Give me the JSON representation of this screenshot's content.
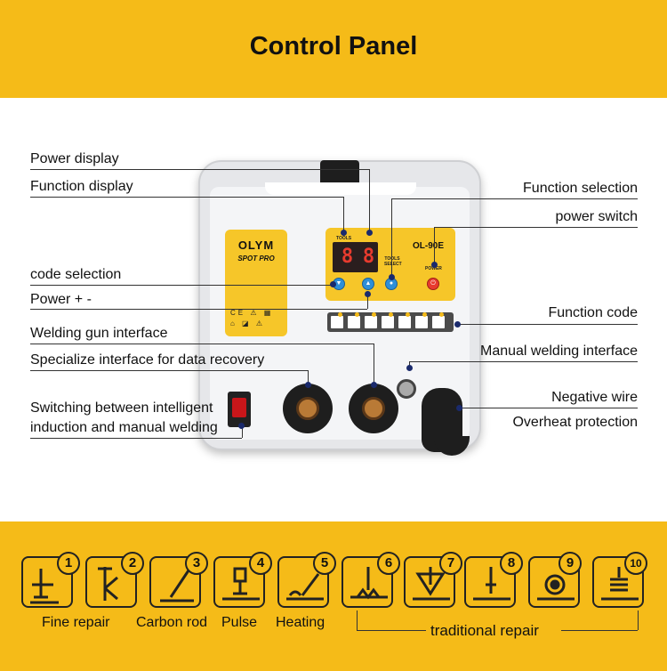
{
  "title": "Control Panel",
  "machine": {
    "brand": "OLYM",
    "brand_sub": "SPOT PRO",
    "model": "OL-90E",
    "display_left": "8",
    "display_right": "8",
    "label_tools": "TOOLS",
    "label_tools_select": "TOOLS SELECT",
    "label_power": "POWER",
    "certs": "CE ⚠ ▦ ⌂ ◪ ⚠"
  },
  "callouts_left": [
    "Power display",
    "Function display",
    "code selection",
    "Power + -",
    "Welding gun interface",
    "Specialize interface for data recovery",
    "Switching between intelligent",
    "induction and manual welding"
  ],
  "callouts_right": [
    "Function selection",
    "power switch",
    "Function code",
    "Manual welding interface",
    "Negative wire",
    "Overheat protection"
  ],
  "functions": [
    {
      "num": "1",
      "icon": "fine-repair-tool-icon"
    },
    {
      "num": "2",
      "icon": "fine-repair-hook-icon"
    },
    {
      "num": "3",
      "icon": "carbon-rod-icon"
    },
    {
      "num": "4",
      "icon": "pulse-icon"
    },
    {
      "num": "5",
      "icon": "heating-icon"
    },
    {
      "num": "6",
      "icon": "spot-weld-icon"
    },
    {
      "num": "7",
      "icon": "triangle-weld-icon"
    },
    {
      "num": "8",
      "icon": "stud-weld-icon"
    },
    {
      "num": "9",
      "icon": "washer-weld-icon"
    },
    {
      "num": "10",
      "icon": "coil-weld-icon"
    }
  ],
  "captions": {
    "fine_repair": "Fine repair",
    "carbon_rod": "Carbon rod",
    "pulse": "Pulse",
    "heating": "Heating",
    "traditional_repair": "traditional repair"
  },
  "colors": {
    "accent_yellow": "#f5bb18",
    "display_red": "#e83b2e",
    "button_blue": "#2e8fd8",
    "pointer_navy": "#1a2a6c"
  }
}
